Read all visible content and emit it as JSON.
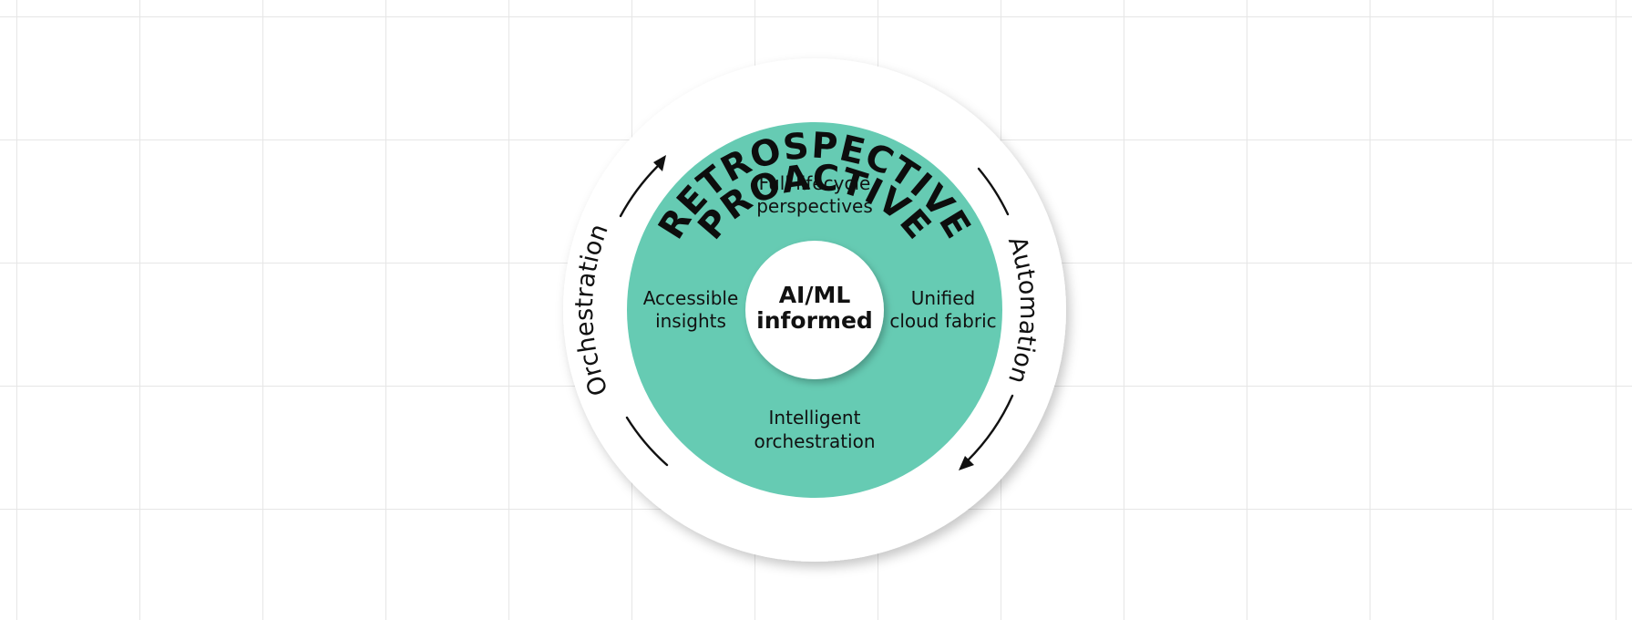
{
  "diagram": {
    "top_label": "RETROSPECTIVE",
    "bottom_label": "PROACTIVE",
    "left_label": "Orchestration",
    "right_label": "Automation",
    "center": {
      "line1": "AI/ML",
      "line2": "informed"
    },
    "segments": {
      "top": {
        "line1": "Full lifecycle",
        "line2": "perspectives"
      },
      "left": {
        "line1": "Accessible",
        "line2": "insights"
      },
      "right": {
        "line1": "Unified",
        "line2": "cloud fabric"
      },
      "bottom": {
        "line1": "Intelligent",
        "line2": "orchestration"
      }
    },
    "colors": {
      "teal": "#66cbb3",
      "ring": "#ffffff",
      "text": "#111111",
      "grid": "#e6e6e6"
    }
  }
}
